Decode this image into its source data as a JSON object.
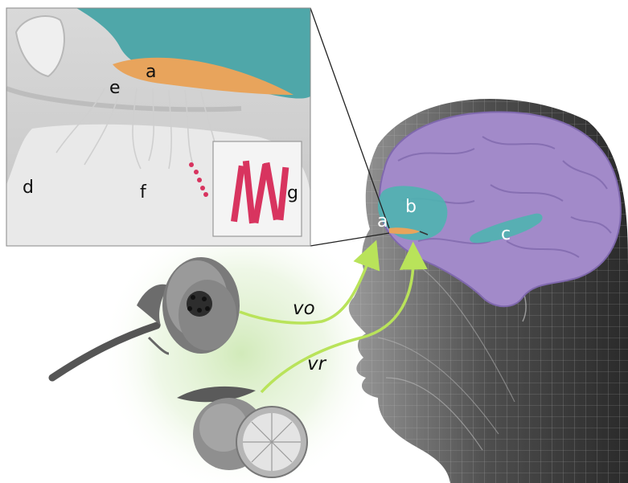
{
  "labels": {
    "a_inset": "a",
    "a_head": "a",
    "b": "b",
    "c": "c",
    "d": "d",
    "e": "e",
    "f": "f",
    "g": "g",
    "vo": "vo",
    "vr": "vr"
  },
  "colors": {
    "olfactory_bulb": "#e8a45c",
    "brain": "#a28ac9",
    "brain_region": "#4fb3b0",
    "inset_teal": "#4fa7a9",
    "pathway_arrow": "#b9e35a",
    "glow": "#d8efc4",
    "receptor": "#d8345f"
  },
  "icons": {
    "flower": "anemone-flower-icon",
    "lemon": "lemon-icon",
    "head": "wireframe-head-icon"
  }
}
